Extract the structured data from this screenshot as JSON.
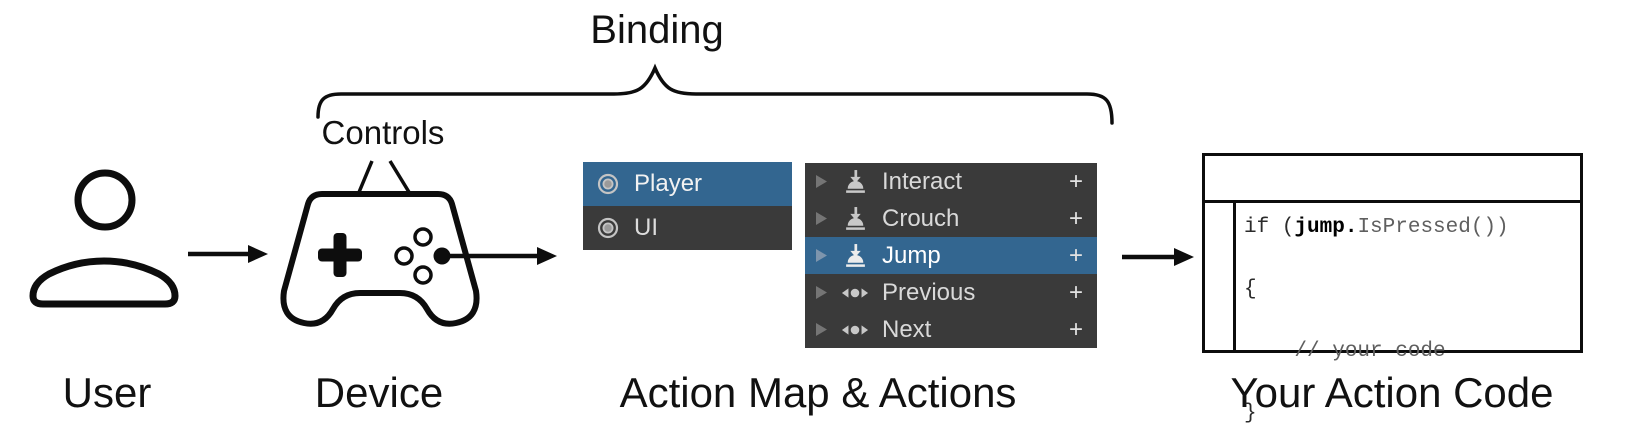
{
  "labels": {
    "binding": "Binding",
    "controls": "Controls",
    "user": "User",
    "device": "Device",
    "action_map": "Action Map & Actions",
    "action_code": "Your Action Code"
  },
  "action_map_panel": {
    "items": [
      {
        "label": "Player",
        "selected": true,
        "icon": "action-map-icon"
      },
      {
        "label": "UI",
        "selected": false,
        "icon": "action-map-icon"
      }
    ]
  },
  "actions_panel": {
    "add_button_label": "+",
    "items": [
      {
        "label": "Interact",
        "icon": "button-action-icon",
        "selected": false
      },
      {
        "label": "Crouch",
        "icon": "button-action-icon",
        "selected": false
      },
      {
        "label": "Jump",
        "icon": "button-action-icon",
        "selected": true
      },
      {
        "label": "Previous",
        "icon": "axis-action-icon",
        "selected": false
      },
      {
        "label": "Next",
        "icon": "axis-action-icon",
        "selected": false
      }
    ]
  },
  "code_panel": {
    "line1": {
      "if_part": "if (",
      "jump_part": "jump.",
      "ispressed_part": "IsPressed())"
    },
    "line2": "{",
    "line3": "    // your code",
    "line4": "}"
  },
  "colors": {
    "selection_blue": "#336690",
    "row_dark": "#3A3A3A",
    "panel_text": "#DCDCDC",
    "icon_gray": "#C8C8C8",
    "outline_black": "#0d0d0d"
  }
}
